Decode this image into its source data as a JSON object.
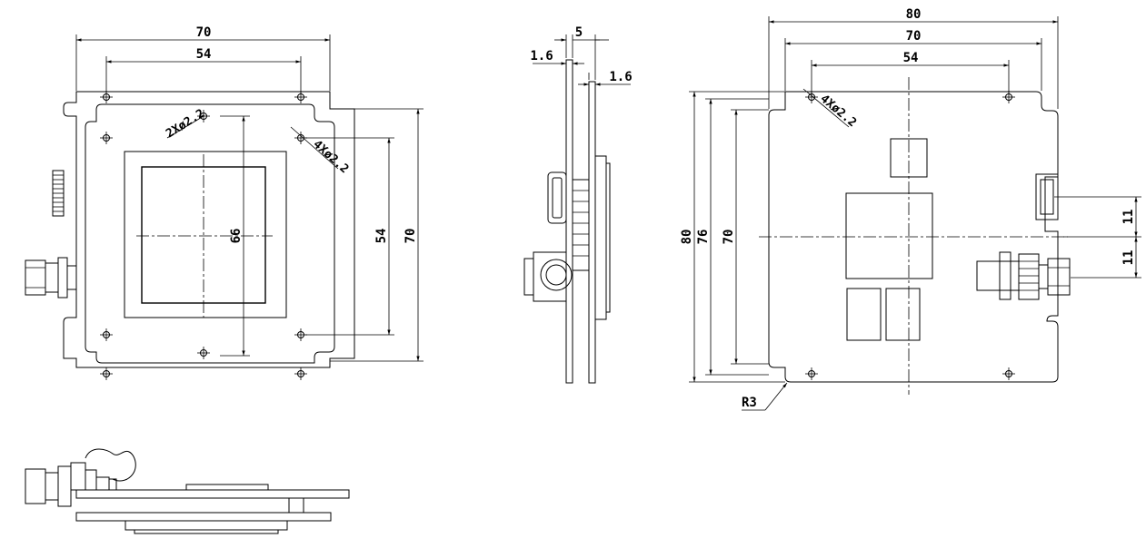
{
  "dimensions": {
    "front_width_outer": "70",
    "front_width_holes": "54",
    "front_height_outer": "70",
    "front_height_holes": "54",
    "front_sensor_span": "66",
    "front_hole_note_2x": "2Xø2.2",
    "front_hole_note_4x": "4Xø2.2",
    "side_stack": "5",
    "side_board_left": "1.6",
    "side_board_right": "1.6",
    "back_width_80": "80",
    "back_width_70": "70",
    "back_width_54": "54",
    "back_height_80": "80",
    "back_height_76": "76",
    "back_height_70": "70",
    "back_hole_note": "4Xø2.2",
    "back_conn_offset_upper": "11",
    "back_conn_offset_lower": "11",
    "back_corner_radius": "R3"
  }
}
